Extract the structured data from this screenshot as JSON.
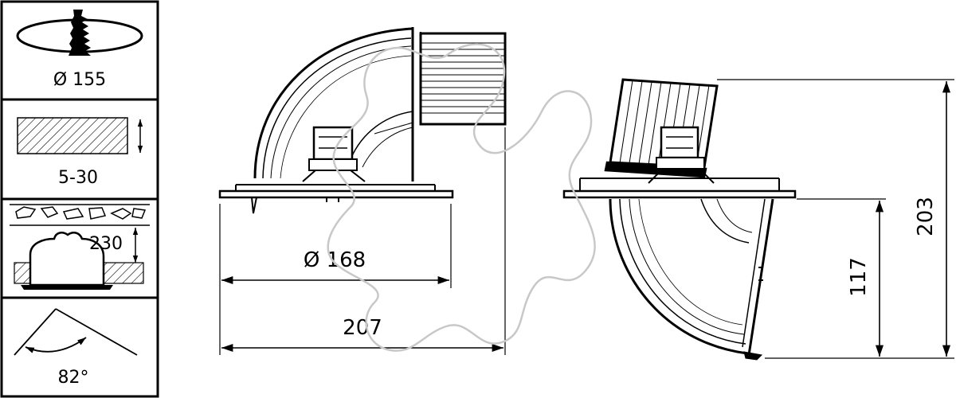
{
  "side_panel": {
    "cutout_diameter": "Ø 155",
    "ceiling_thickness": "5-30",
    "recess_depth": "230",
    "tilt_angle": "82°"
  },
  "dimensions": {
    "inner_diameter": "Ø 168",
    "overall_width": "207",
    "height_below_ceiling": "117",
    "overall_height": "203"
  }
}
